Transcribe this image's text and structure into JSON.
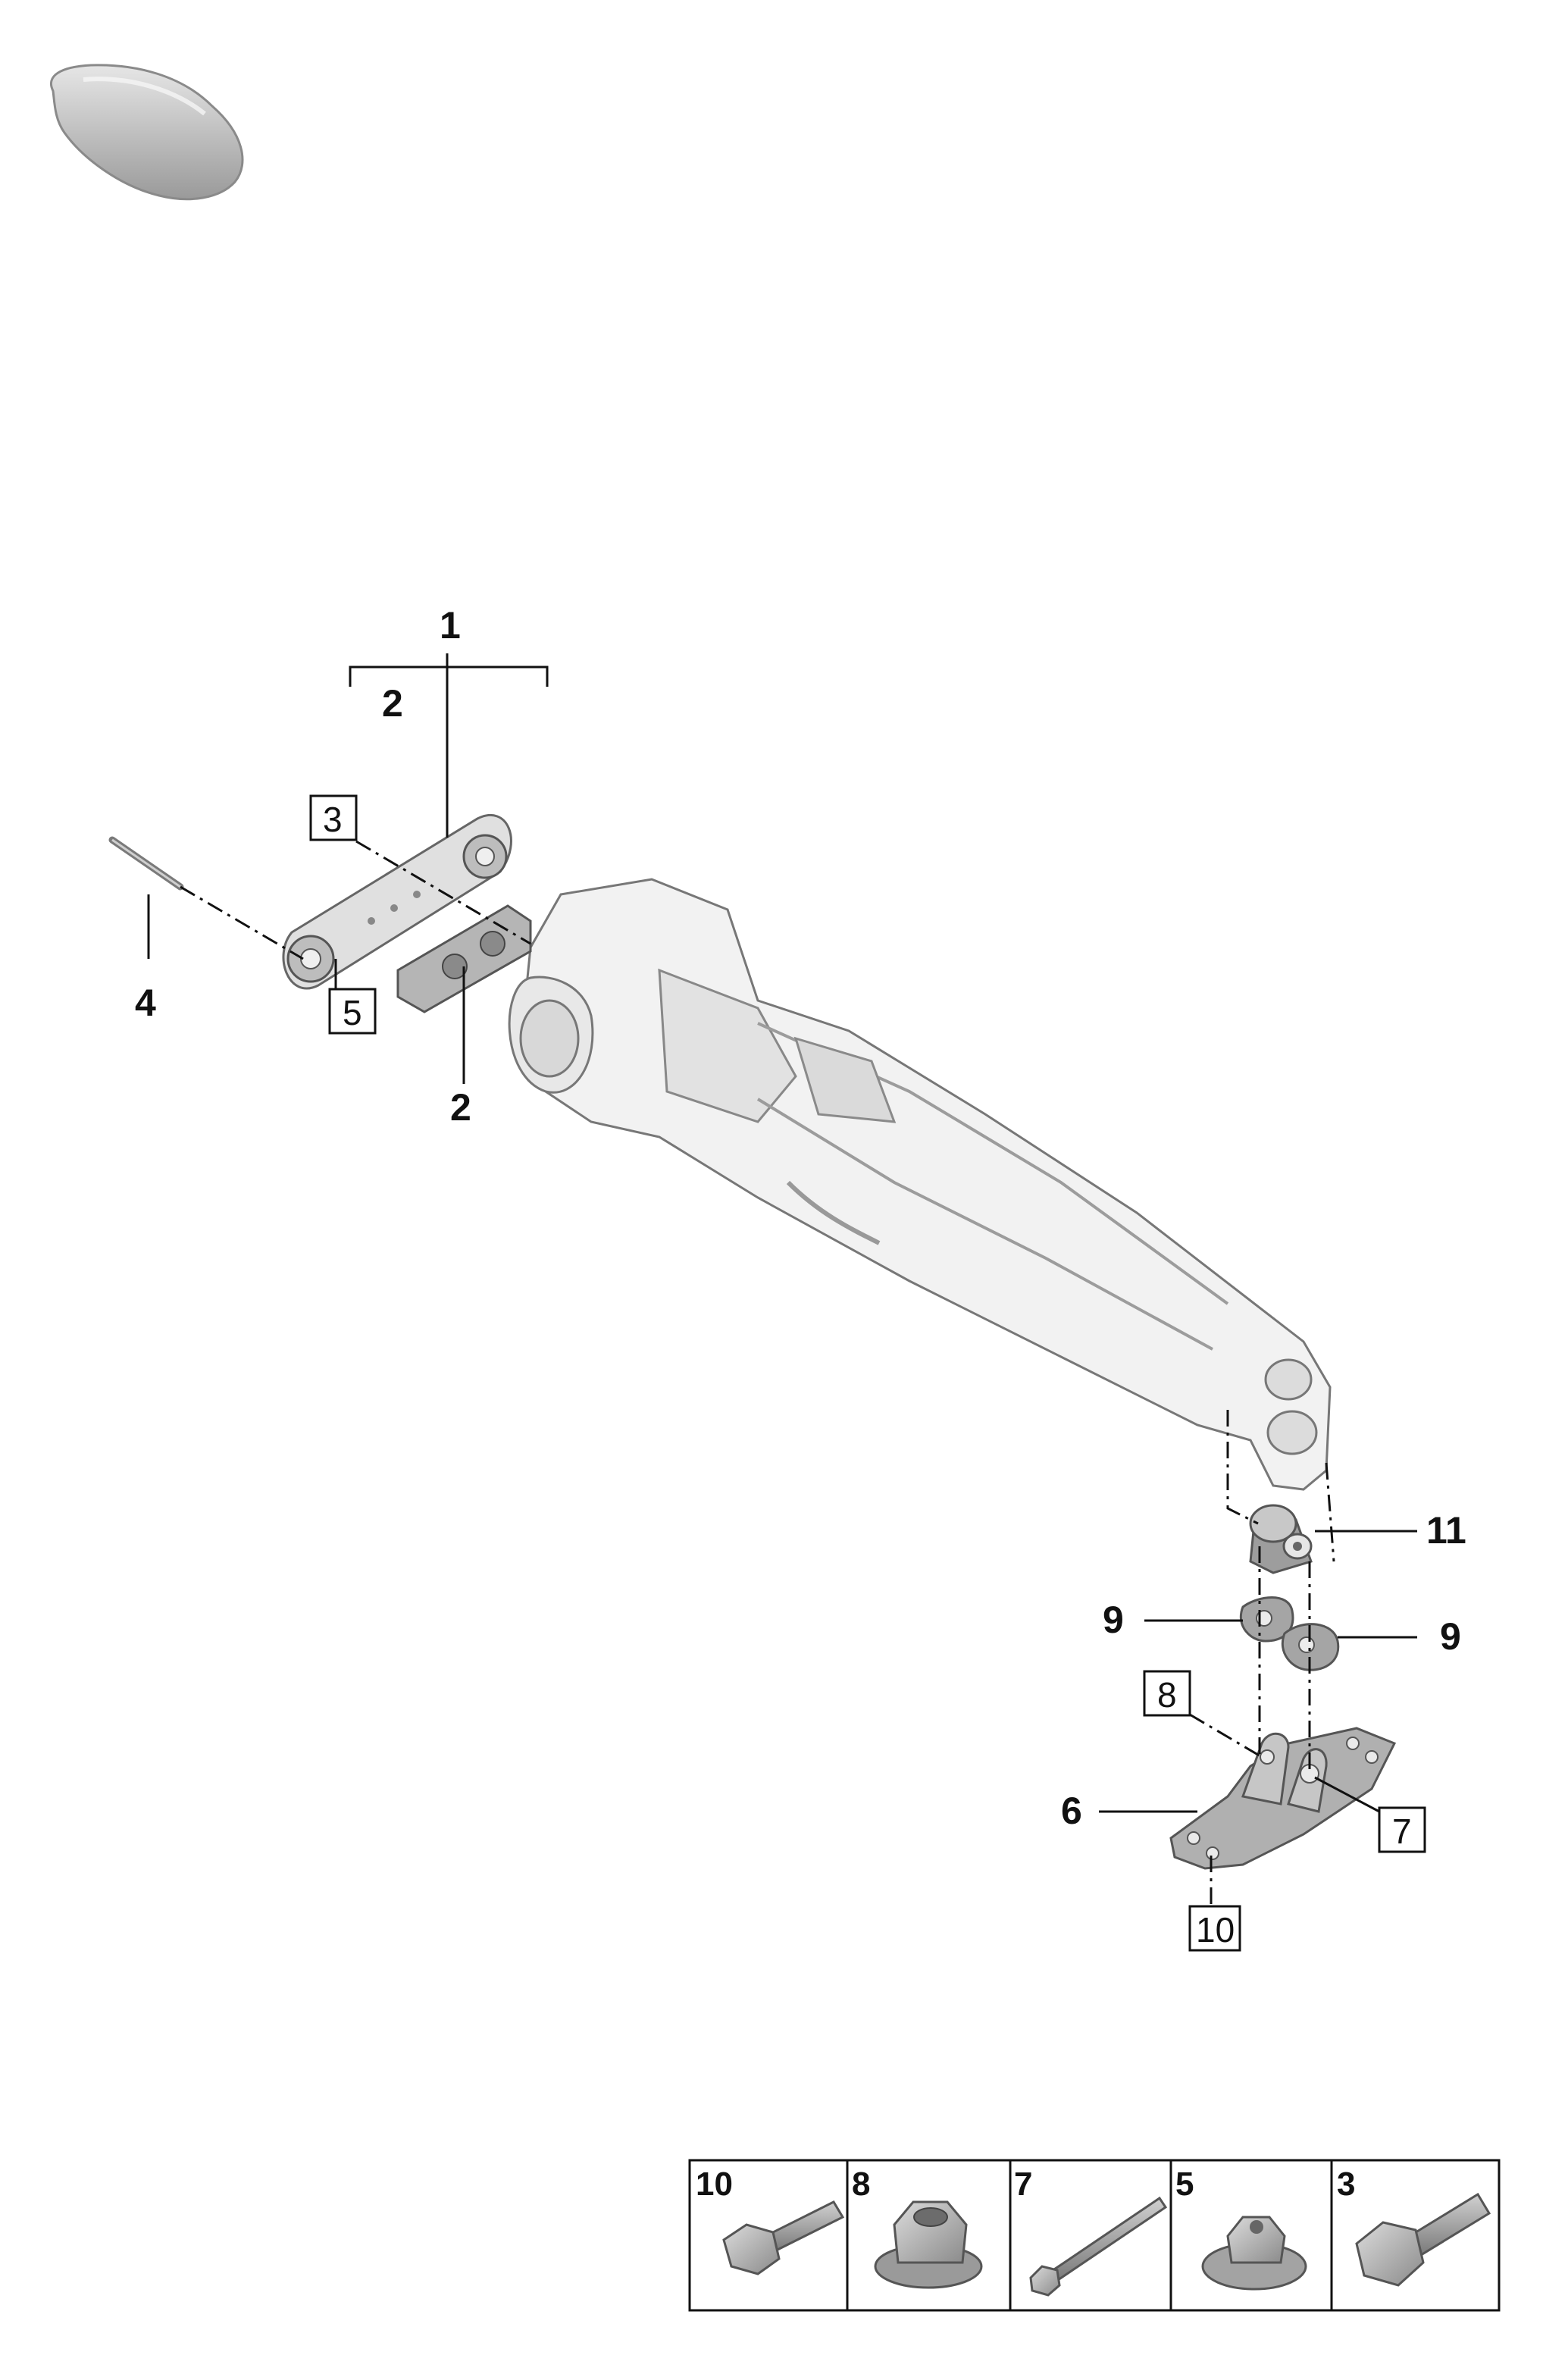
{
  "callouts": {
    "c1": "1",
    "c2_top": "2",
    "c2_bottom": "2",
    "c3": "3",
    "c4": "4",
    "c5": "5",
    "c6": "6",
    "c7": "7",
    "c8": "8",
    "c9_left": "9",
    "c9_right": "9",
    "c10": "10",
    "c11": "11"
  },
  "legend": {
    "cells": [
      {
        "num": "10",
        "icon": "flange-bolt-icon"
      },
      {
        "num": "8",
        "icon": "hex-flange-nut-icon"
      },
      {
        "num": "7",
        "icon": "long-bolt-icon"
      },
      {
        "num": "5",
        "icon": "flange-nut-icon"
      },
      {
        "num": "3",
        "icon": "hex-bolt-icon"
      }
    ]
  },
  "colors": {
    "part_light": "#eeeeee",
    "part_mid": "#b8b8b8",
    "part_dark": "#7d7d7d",
    "line": "#111111"
  }
}
